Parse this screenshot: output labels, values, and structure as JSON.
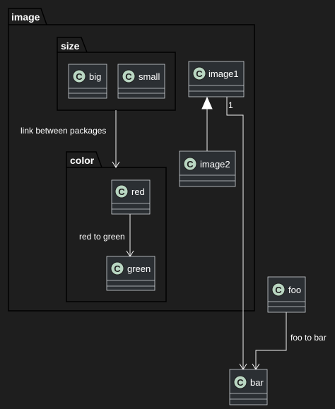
{
  "packages": {
    "image": {
      "title": "image"
    },
    "size": {
      "title": "size"
    },
    "color": {
      "title": "color"
    }
  },
  "classes": {
    "big": {
      "name": "big",
      "stereotype_letter": "C"
    },
    "small": {
      "name": "small",
      "stereotype_letter": "C"
    },
    "image1": {
      "name": "image1",
      "stereotype_letter": "C"
    },
    "image2": {
      "name": "image2",
      "stereotype_letter": "C"
    },
    "red": {
      "name": "red",
      "stereotype_letter": "C"
    },
    "green": {
      "name": "green",
      "stereotype_letter": "C"
    },
    "foo": {
      "name": "foo",
      "stereotype_letter": "C"
    },
    "bar": {
      "name": "bar",
      "stereotype_letter": "C"
    }
  },
  "relations": {
    "size_to_color": {
      "label": "link between packages"
    },
    "red_to_green": {
      "label": "red to green"
    },
    "image2_to_image1": {
      "label": ""
    },
    "image1_to_bar": {
      "label": "",
      "multiplicity": "1"
    },
    "foo_to_bar": {
      "label": "foo to bar"
    }
  },
  "colors": {
    "background": "#1e1e1e",
    "class_fill": "#2b2f33",
    "badge_fill": "#b9d6c2",
    "line": "#f2f2f2"
  }
}
